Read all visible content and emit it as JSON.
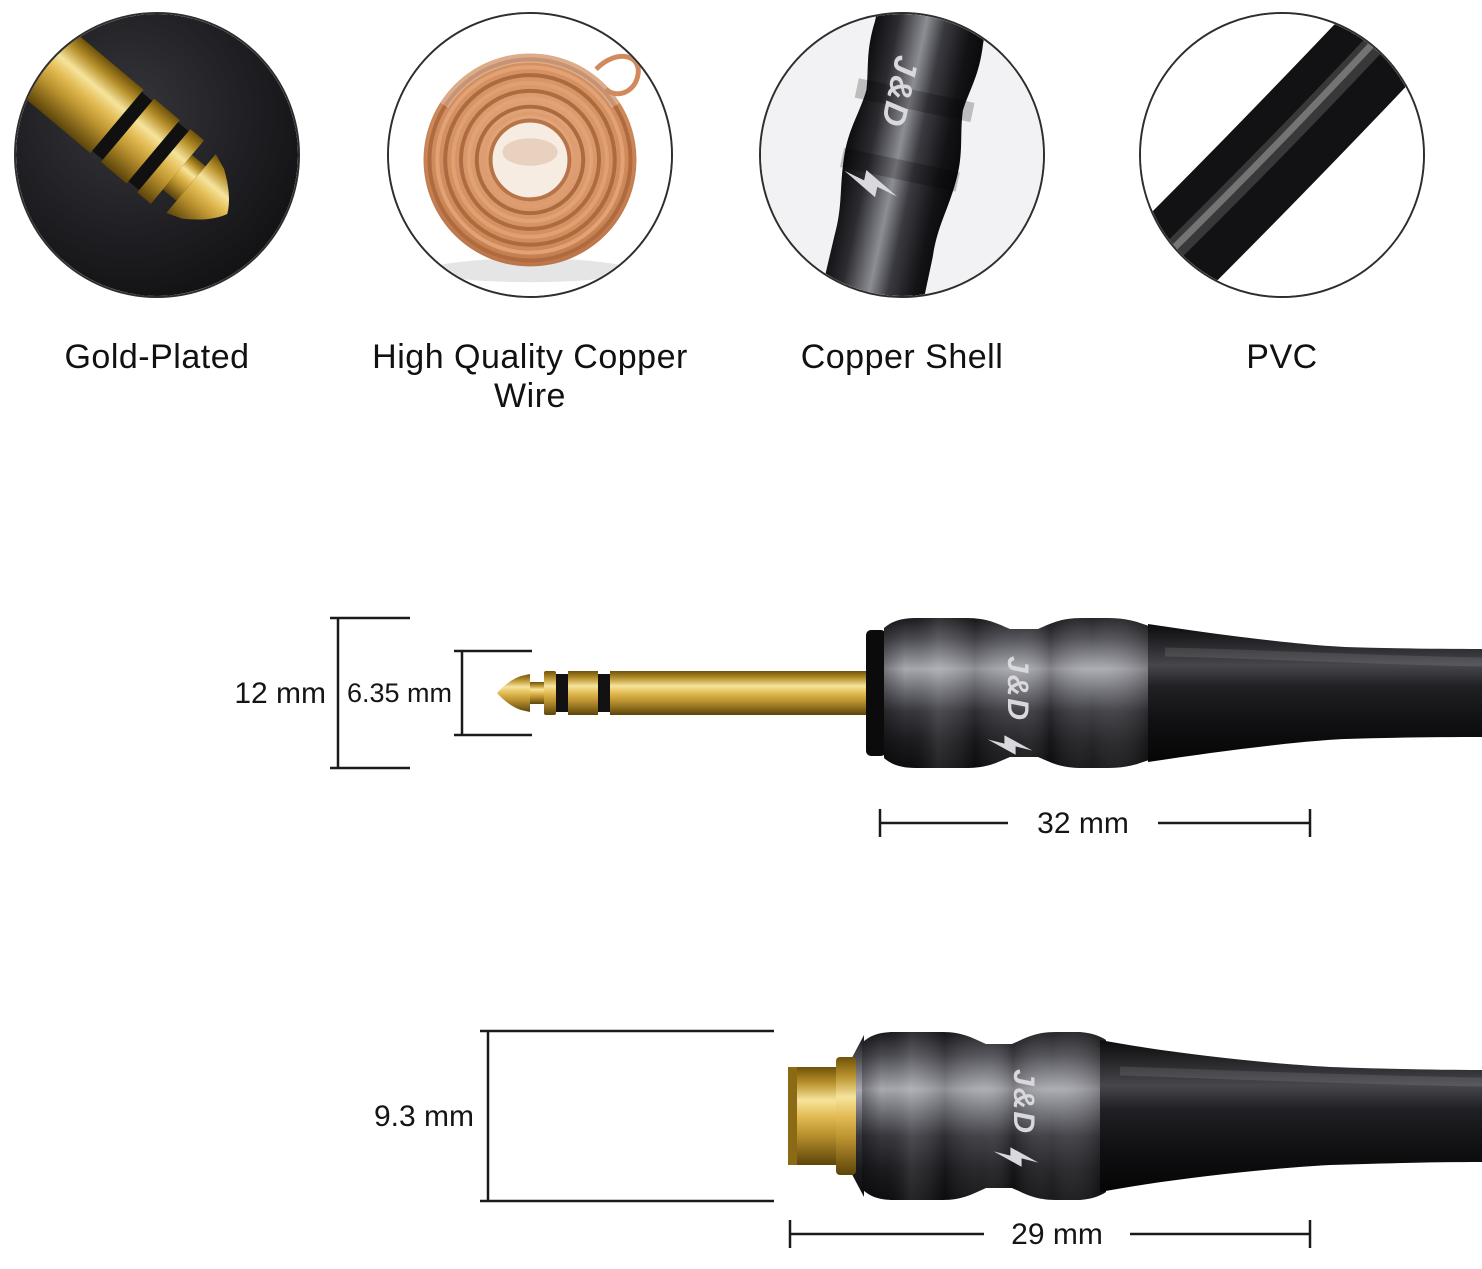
{
  "brand": {
    "logo_text": "J&D"
  },
  "features": {
    "items": [
      {
        "label": "Gold-Plated",
        "image_name": "gold-plated-plug-tip-photo"
      },
      {
        "label": "High Quality Copper Wire",
        "image_name": "copper-wire-coil-photo"
      },
      {
        "label": "Copper Shell",
        "image_name": "copper-shell-connector-photo"
      },
      {
        "label": "PVC",
        "image_name": "pvc-cable-photo"
      }
    ]
  },
  "male_plug_diagram": {
    "outer_diameter": "12 mm",
    "plug_diameter": "6.35 mm",
    "shell_length": "32 mm"
  },
  "female_jack_diagram": {
    "body_diameter": "9.3 mm",
    "shell_length": "29 mm"
  },
  "colors": {
    "gold": "#e3bc55",
    "copper": "#c8794b",
    "shell_dark": "#2e2e33",
    "text": "#111111",
    "background": "#ffffff"
  }
}
